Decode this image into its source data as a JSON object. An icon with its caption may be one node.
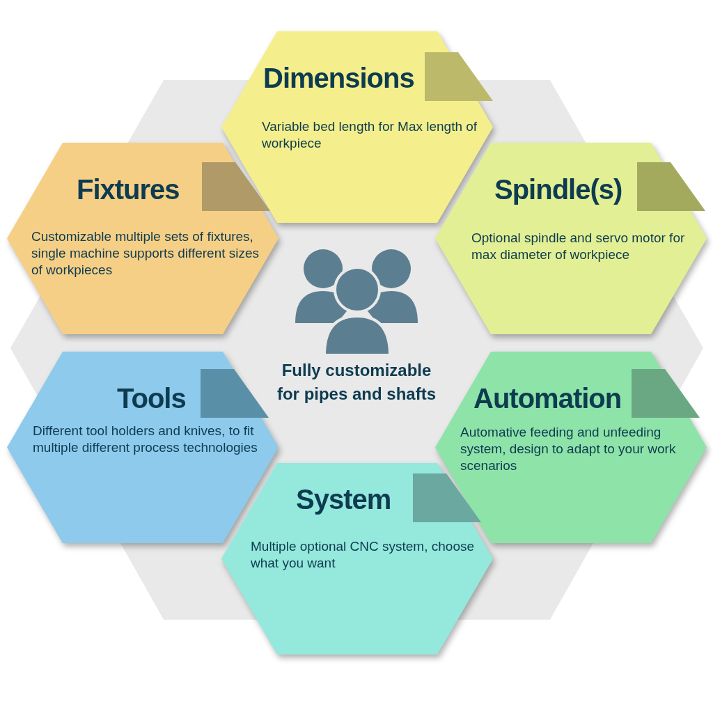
{
  "diagram": {
    "nodes": [
      {
        "text": [
          "Dimensions",
          "Variable bed length for Max length of workpiece"
        ]
      },
      {
        "text": [
          "Fixtures",
          "Customizable multiple sets of fixtures, single machine supports different sizes of workpieces"
        ]
      },
      {
        "text": [
          "Spindle(s)",
          "Optional spindle and servo motor for max diameter of workpiece"
        ]
      },
      {
        "text": [
          "Tools",
          "Different tool holders and knives, to fit multiple different process technologies"
        ]
      },
      {
        "text": [
          "Automation",
          "Automative feeding and unfeeding system, design to adapt to your work scenarios"
        ]
      },
      {
        "text": [
          "System",
          "Multiple optional CNC system, choose what you want"
        ]
      },
      {
        "text": [
          "Fully customizable for pipes and shafts"
        ]
      }
    ]
  }
}
